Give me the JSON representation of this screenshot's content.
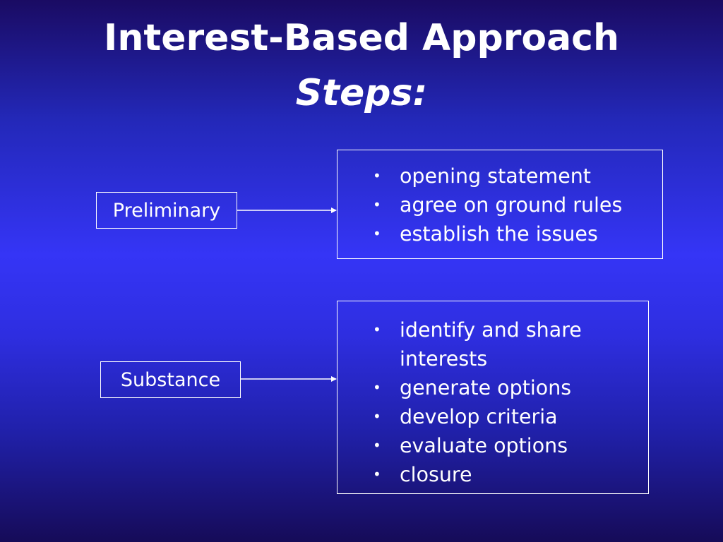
{
  "slide": {
    "title": "Interest-Based Approach",
    "subtitle": "Steps:"
  },
  "stages": [
    {
      "label": "Preliminary",
      "items": [
        "opening statement",
        "agree on ground rules",
        "establish the issues"
      ]
    },
    {
      "label": "Substance",
      "items": [
        "identify and share interests",
        "generate options",
        "develop criteria",
        "evaluate options",
        "closure"
      ]
    }
  ],
  "colors": {
    "text": "#ffffff",
    "background_top": "#1a0b63",
    "background_mid": "#3535f6",
    "background_bottom": "#160b58"
  }
}
